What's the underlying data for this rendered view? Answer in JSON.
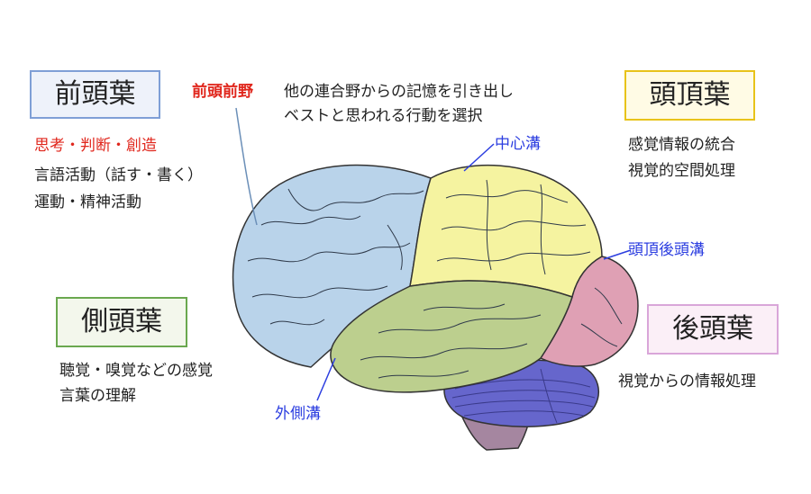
{
  "lobes": {
    "frontal": {
      "name": "前頭葉",
      "border": "#7f9fd6",
      "fill": "#eef2fa",
      "lines": [
        "思考・判断・創造",
        "言語活動（話す・書く）",
        "運動・精神活動"
      ]
    },
    "parietal": {
      "name": "頭頂葉",
      "border": "#e8c31a",
      "fill": "#fffbe5",
      "lines": [
        "感覚情報の統合",
        "視覚的空間処理"
      ]
    },
    "temporal": {
      "name": "側頭葉",
      "border": "#6aa84f",
      "fill": "#f3f7ec",
      "lines": [
        "聴覚・嗅覚などの感覚",
        "言葉の理解"
      ]
    },
    "occipital": {
      "name": "後頭葉",
      "border": "#d9a6d9",
      "fill": "#fbeff7",
      "lines": [
        "視覚からの情報処理"
      ]
    }
  },
  "prefrontal": {
    "label": "前頭前野",
    "desc": [
      "他の連合野からの記憶を引き出し",
      "ベストと思われる行動を選択"
    ]
  },
  "sulci": {
    "central": "中心溝",
    "parieto_occipital": "頭頂後頭溝",
    "lateral": "外側溝"
  },
  "colors": {
    "frontal_region": "#b9d3ea",
    "parietal_region": "#f5f3a0",
    "temporal_region": "#bccf8e",
    "occipital_region": "#dfa0b4",
    "cerebellum": "#6666cc",
    "brainstem": "#a586a0",
    "red": "#e0261c",
    "blue": "#2c3ee0"
  }
}
